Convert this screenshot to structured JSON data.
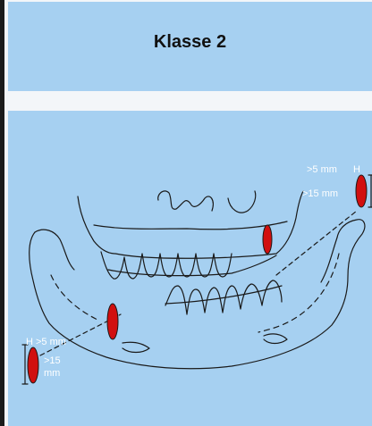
{
  "header": {
    "title": "Klasse 2"
  },
  "annotations": {
    "right_height_label": "H",
    "right_width_label": ">5 mm",
    "right_depth_label": ">15 mm",
    "left_height_label": "H",
    "left_width_label": ">5 mm",
    "left_depth_line1": ">15",
    "left_depth_line2": "mm"
  },
  "colors": {
    "panel": "#a6d0f1",
    "line": "#1a1a1a",
    "defect": "#d10f0f",
    "label": "#ffffff"
  }
}
